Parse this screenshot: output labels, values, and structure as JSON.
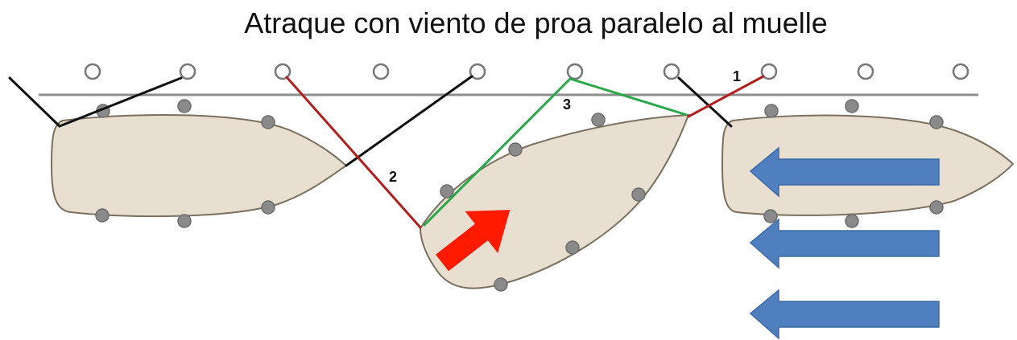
{
  "title": "Atraque con viento de proa paralelo al muelle",
  "line_labels": {
    "one": "1",
    "two": "2",
    "three": "3"
  },
  "colors": {
    "dock": "#8c8c8c",
    "hull_fill": "#e8dfd0",
    "hull_stroke": "#7a7060",
    "fender": "#8a8a8a",
    "bollard": "#777777",
    "line_black": "#111111",
    "line_red": "#b01e1e",
    "line_green": "#2aa84a",
    "wind_arrow": "#4f7fbf",
    "motion_arrow": "#ff1a00"
  },
  "icons": {
    "wind": "arrow-left",
    "motion": "arrow-up-right"
  }
}
